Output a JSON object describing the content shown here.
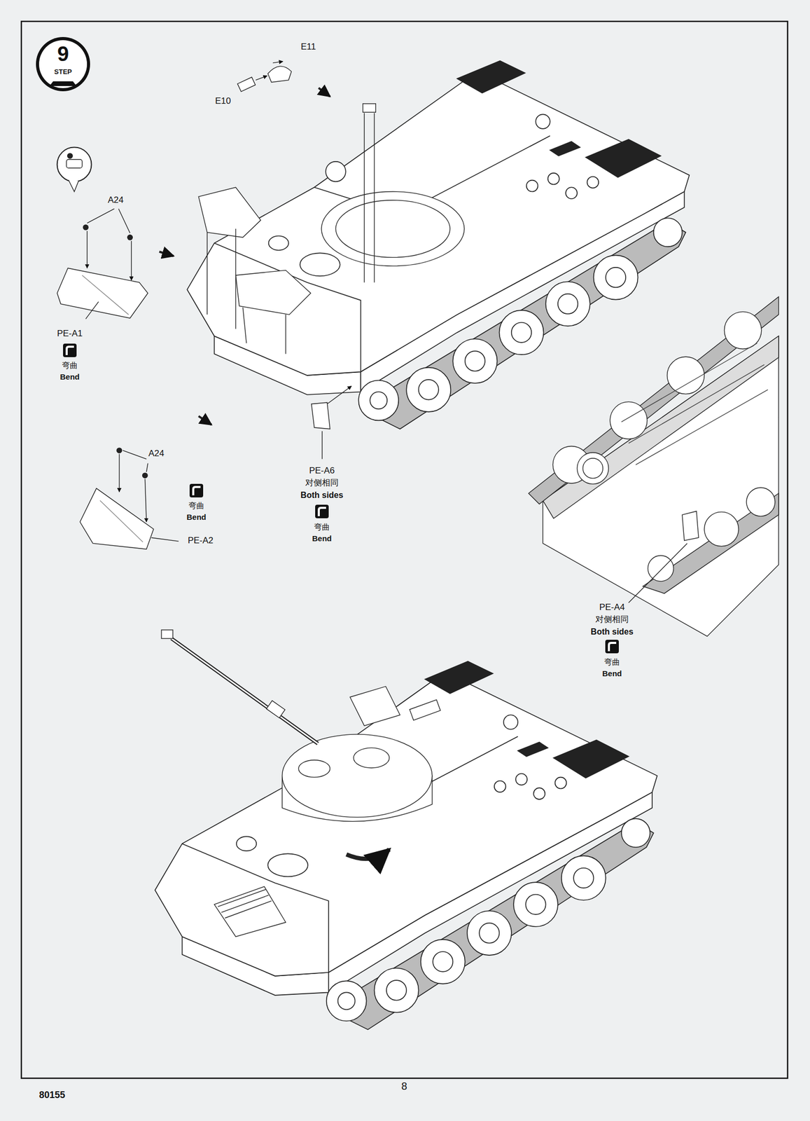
{
  "diagram": {
    "labels": [
      "9",
      "STEP",
      "E11",
      "E10",
      "A24",
      "PE-A1",
      "弯曲",
      "Bend",
      "A24",
      "PE-A6",
      "对侧相同",
      "Both sides",
      "弯曲",
      "Bend",
      "弯曲",
      "Bend",
      "PE-A2",
      "PE-A4",
      "对侧相同",
      "Both sides",
      "弯曲",
      "Bend",
      "8",
      "80155"
    ]
  }
}
